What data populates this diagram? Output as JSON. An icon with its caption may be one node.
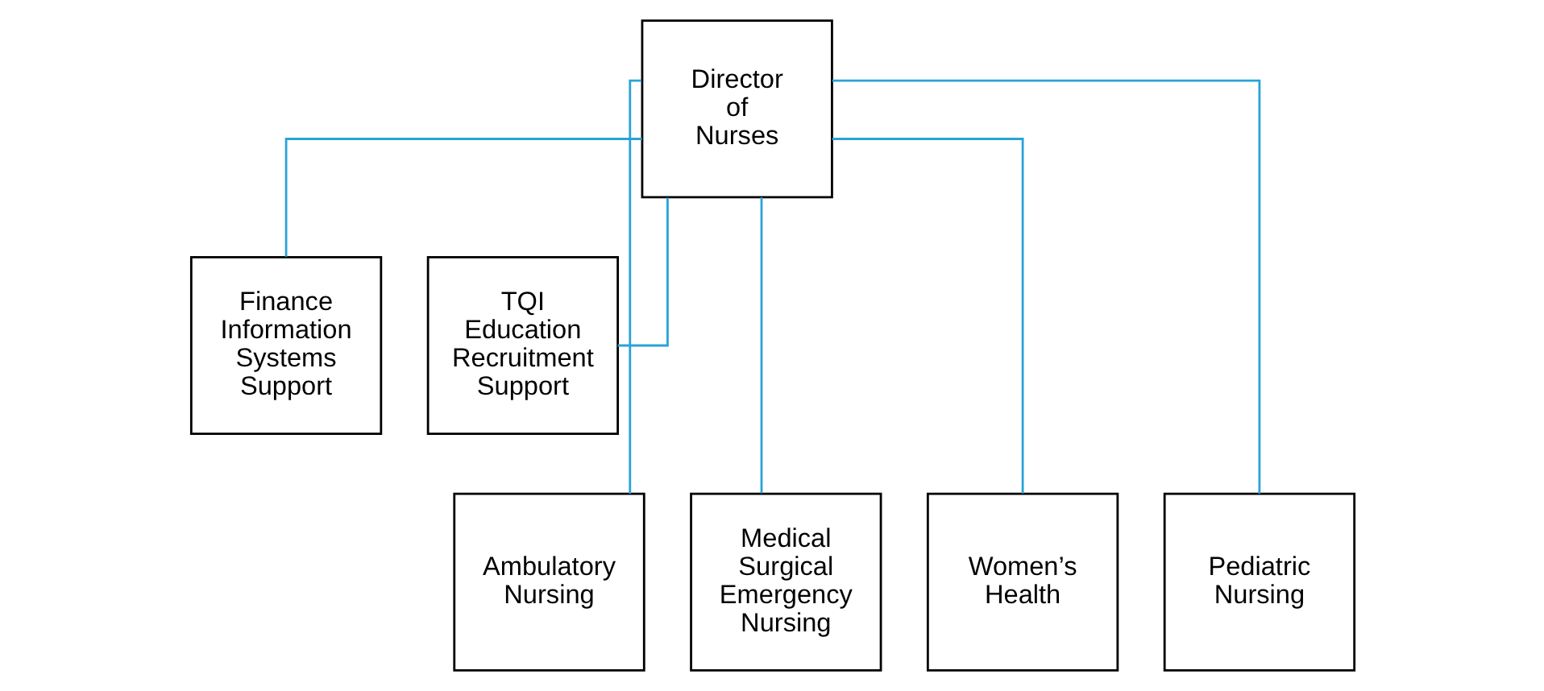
{
  "diagram": {
    "nodes": [
      {
        "text": [
          "Director of Nurses"
        ]
      },
      {
        "text": [
          "Finance Information Systems Support"
        ]
      },
      {
        "text": [
          "TQI Education Recruitment Support"
        ]
      },
      {
        "text": [
          "Ambulatory Nursing"
        ]
      },
      {
        "text": [
          "Medical Surgical Emergency Nursing"
        ]
      },
      {
        "text": [
          "Women’s Health"
        ]
      },
      {
        "text": [
          "Pediatric Nursing"
        ]
      }
    ],
    "edges": [
      {
        "from": 0,
        "to": 1,
        "arrow": "none"
      },
      {
        "from": 0,
        "to": 2,
        "arrow": "none"
      },
      {
        "from": 0,
        "to": 3,
        "arrow": "none"
      },
      {
        "from": 0,
        "to": 4,
        "arrow": "none"
      },
      {
        "from": 0,
        "to": 5,
        "arrow": "none"
      },
      {
        "from": 0,
        "to": 6,
        "arrow": "none"
      }
    ]
  }
}
